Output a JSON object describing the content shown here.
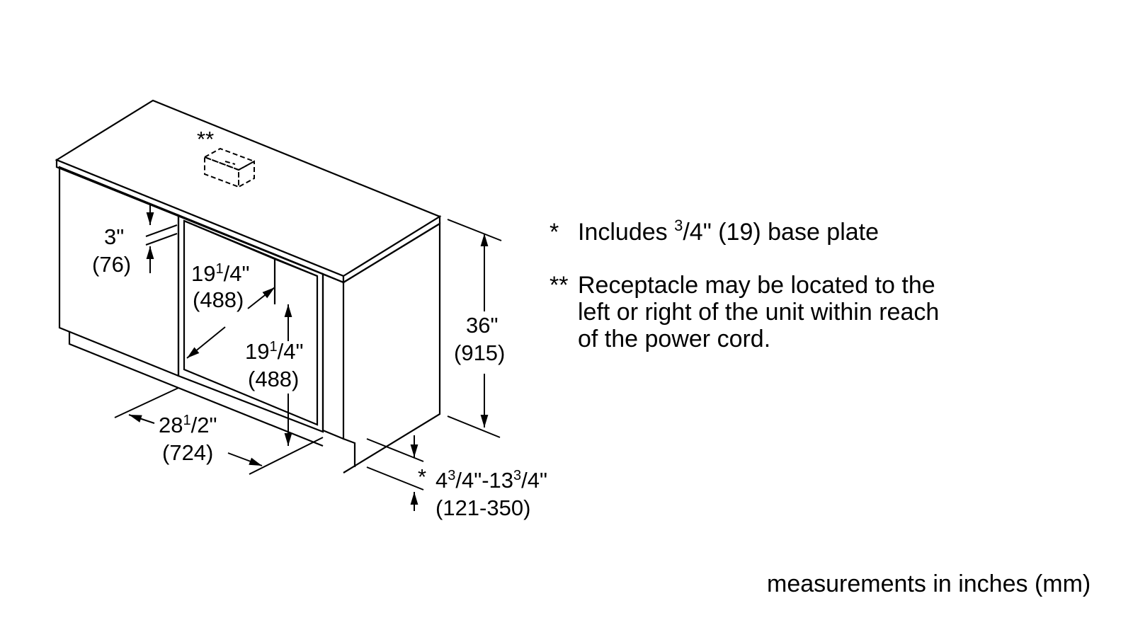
{
  "diagram": {
    "receptacle_marker": "**",
    "dims": {
      "top_gap": {
        "in": "3\"",
        "mm": "(76)"
      },
      "opening_height": {
        "in_whole": "19",
        "in_num": "1",
        "in_den": "/4\"",
        "mm": "(488)"
      },
      "opening_depth": {
        "in_whole": "19",
        "in_num": "1",
        "in_den": "/4\"",
        "mm": "(488)"
      },
      "cabinet_depth": {
        "in_whole": "28",
        "in_num": "1",
        "in_den": "/2\"",
        "mm": "(724)"
      },
      "cabinet_height": {
        "in": "36\"",
        "mm": "(915)"
      },
      "toe_kick": {
        "marker": "*",
        "a_whole": "4",
        "a_num": "3",
        "a_den": "/4\"-13",
        "b_num": "3",
        "b_den": "/4\"",
        "mm": "(121-350)"
      }
    }
  },
  "notes": {
    "note1": {
      "marker": "*",
      "pre": "Includes ",
      "sup": "3",
      "post": "/4\" (19) base plate"
    },
    "note2": {
      "marker": "**",
      "line1": "Receptacle may be located to the",
      "line2": "left or right of the unit within reach",
      "line3": "of the power cord."
    }
  },
  "footer": "measurements in inches (mm)"
}
